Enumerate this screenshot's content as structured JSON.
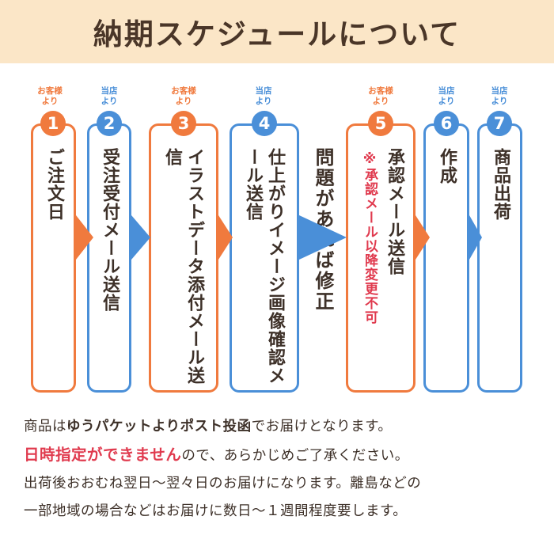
{
  "header": {
    "title": "納期スケジュールについて"
  },
  "flow": {
    "steps": [
      {
        "num": "1",
        "who": "お客様\nより",
        "text": "ご注文日"
      },
      {
        "num": "2",
        "who": "当店\nより",
        "text": "受注受付メール送信"
      },
      {
        "num": "3",
        "who": "お客様\nより",
        "text": "イラストデータ添付メール送信"
      },
      {
        "num": "4",
        "who": "当店\nより",
        "text": "仕上がりイメージ画像確認メール送信"
      },
      {
        "num": "5",
        "who": "お客様\nより",
        "text": "承認メール送信",
        "note": "※承認メール以降変更不可"
      },
      {
        "num": "6",
        "who": "当店\nより",
        "text": "作成"
      },
      {
        "num": "7",
        "who": "当店\nより",
        "text": "商品出荷"
      }
    ],
    "problem_text": "問題があれば修正"
  },
  "colors": {
    "customer": "#f07a3e",
    "shop": "#4a8fd8",
    "alert": "#e03a4e",
    "header_bg": "#fbe6c7",
    "text": "#3d3028"
  },
  "info": {
    "line1_a": "商品は",
    "line1_b": "ゆうパケットよりポスト投函",
    "line1_c": "でお届けとなります。",
    "line2_a": "日時指定ができません",
    "line2_b": "ので、あらかじめご了承ください。",
    "line3": "出荷後おおむね翌日〜翌々日のお届けになります。離島などの",
    "line4": "一部地域の場合などはお届けに数日〜１週間程度要します。"
  }
}
